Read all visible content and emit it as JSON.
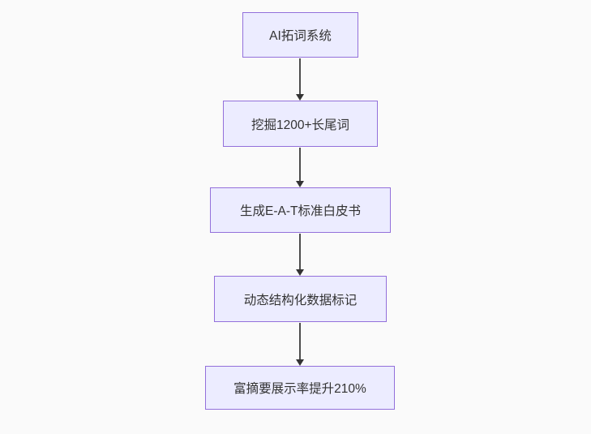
{
  "diagram": {
    "type": "flowchart",
    "direction": "top-down",
    "nodes": [
      {
        "id": "n1",
        "label": "AI拓词系统"
      },
      {
        "id": "n2",
        "label": "挖掘1200+长尾词"
      },
      {
        "id": "n3",
        "label": "生成E-A-T标准白皮书"
      },
      {
        "id": "n4",
        "label": "动态结构化数据标记"
      },
      {
        "id": "n5",
        "label": "富摘要展示率提升210%"
      }
    ],
    "edges": [
      {
        "from": "n1",
        "to": "n2",
        "style": "arrow-down"
      },
      {
        "from": "n2",
        "to": "n3",
        "style": "arrow-down"
      },
      {
        "from": "n3",
        "to": "n4",
        "style": "arrow-down"
      },
      {
        "from": "n4",
        "to": "n5",
        "style": "arrow-down"
      }
    ],
    "colors": {
      "node_fill": "#ececff",
      "node_border": "#9370db",
      "arrow_line": "#4d4d4d",
      "arrow_head": "#333333",
      "text": "#333333",
      "background": "#fafafa"
    }
  }
}
